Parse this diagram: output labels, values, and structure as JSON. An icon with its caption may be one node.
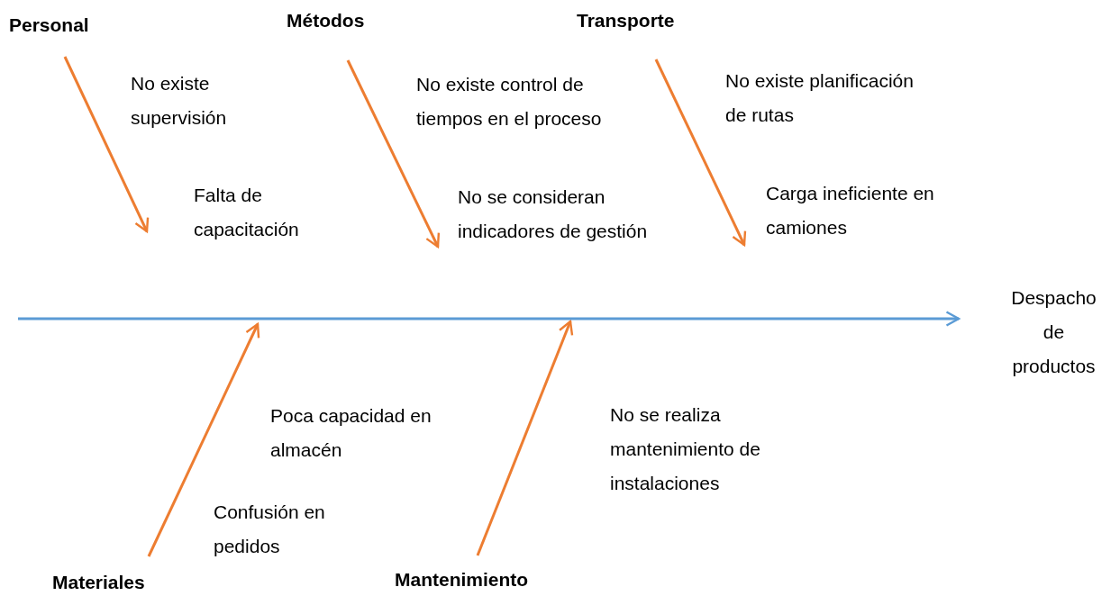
{
  "diagram": {
    "nodes": [
      {
        "text": [
          "Personal"
        ]
      },
      {
        "text": [
          "Métodos"
        ]
      },
      {
        "text": [
          "Transporte"
        ]
      },
      {
        "text": [
          "Materiales"
        ]
      },
      {
        "text": [
          "Mantenimiento"
        ]
      },
      {
        "text": [
          "Despacho de productos"
        ]
      }
    ],
    "edges": [
      {
        "from": 0,
        "to": null,
        "arrow": "to"
      },
      {
        "from": 1,
        "to": null,
        "arrow": "to"
      },
      {
        "from": 2,
        "to": null,
        "arrow": "to"
      },
      {
        "from": 3,
        "to": null,
        "arrow": "to"
      },
      {
        "from": 4,
        "to": null,
        "arrow": "to"
      },
      {
        "from": null,
        "to": 5,
        "arrow": "to",
        "color": "#5b9bd5"
      }
    ],
    "labels": [
      "No existe supervisión",
      "Falta de capacitación",
      "No existe control de tiempos en el proceso",
      "No se consideran indicadores de gestión",
      "No existe planificación de rutas",
      "Carga ineficiente en camiones",
      "Poca capacidad en almacén",
      "Confusión en pedidos",
      "No se realiza mantenimiento de instalaciones"
    ]
  }
}
